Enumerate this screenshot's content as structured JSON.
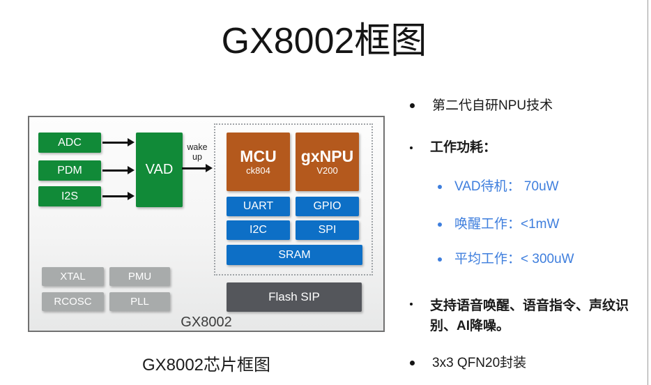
{
  "title": "GX8002框图",
  "diagram": {
    "caption": "GX8002芯片框图",
    "chip_label": "GX8002",
    "inputs": [
      {
        "label": "ADC"
      },
      {
        "label": "PDM"
      },
      {
        "label": "I2S"
      }
    ],
    "vad": {
      "label": "VAD"
    },
    "wake": {
      "line1": "wake",
      "line2": "up"
    },
    "cores": [
      {
        "name": "MCU",
        "sub": "ck804"
      },
      {
        "name": "gxNPU",
        "sub": "V200"
      }
    ],
    "peripherals": [
      {
        "label": "UART"
      },
      {
        "label": "GPIO"
      },
      {
        "label": "I2C"
      },
      {
        "label": "SPI"
      }
    ],
    "sram": {
      "label": "SRAM"
    },
    "flash": {
      "label": "Flash SIP"
    },
    "clocks": [
      {
        "label": "XTAL"
      },
      {
        "label": "PMU"
      },
      {
        "label": "RCOSC"
      },
      {
        "label": "PLL"
      }
    ]
  },
  "features": {
    "items": [
      {
        "label": "第二代自研NPU技术",
        "level": 1,
        "emphasis": "normal"
      },
      {
        "label": "工作功耗：",
        "level": 1,
        "emphasis": "bold"
      },
      {
        "label": "VAD待机： 70uW",
        "level": 2,
        "emphasis": "blue"
      },
      {
        "label": "唤醒工作：<1mW",
        "level": 2,
        "emphasis": "blue"
      },
      {
        "label": "平均工作：< 300uW",
        "level": 2,
        "emphasis": "blue"
      },
      {
        "label": "支持语音唤醒、语音指令、声纹识别、AI降噪。",
        "level": 1,
        "emphasis": "bold"
      },
      {
        "label": "3x3 QFN20封装",
        "level": 1,
        "emphasis": "normal"
      }
    ]
  },
  "colors": {
    "green": "#118a38",
    "orange": "#b4591d",
    "blue_block": "#0d6fc6",
    "dark_gray": "#54565b",
    "light_gray": "#a8abab",
    "blue_text": "#3e7edd"
  }
}
